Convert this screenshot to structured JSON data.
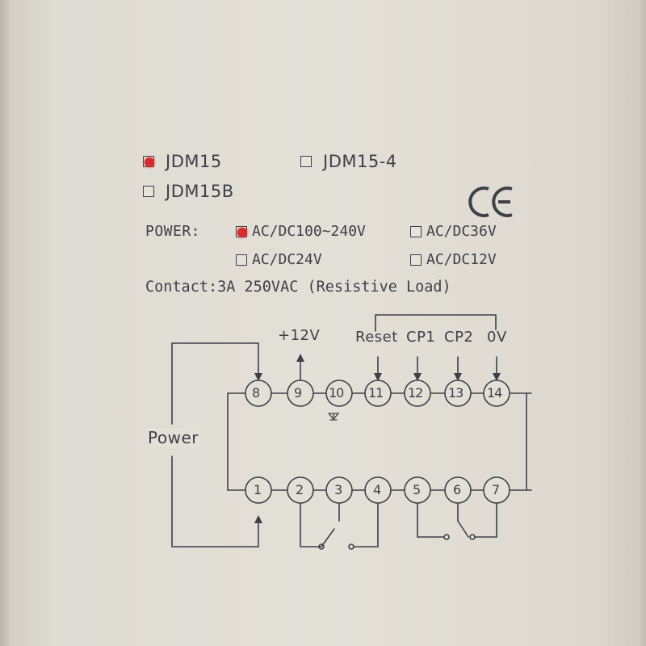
{
  "models": [
    {
      "label": "JDM15",
      "checked": true
    },
    {
      "label": "JDM15-4",
      "checked": false
    },
    {
      "label": "JDM15B",
      "checked": false
    }
  ],
  "power": {
    "label": "POWER:",
    "options": [
      {
        "label": "AC/DC100~240V",
        "checked": true
      },
      {
        "label": "AC/DC36V",
        "checked": false
      },
      {
        "label": "AC/DC24V",
        "checked": false
      },
      {
        "label": "AC/DC12V",
        "checked": false
      }
    ]
  },
  "certification_mark": "CE",
  "contact": "Contact:3A 250VAC (Resistive Load)",
  "diagram": {
    "top_labels": [
      "+12V",
      "Reset",
      "CP1",
      "CP2",
      "0V"
    ],
    "side_label": "Power",
    "top_terminals": [
      "8",
      "9",
      "10",
      "11",
      "12",
      "13",
      "14"
    ],
    "bottom_terminals": [
      "1",
      "2",
      "3",
      "4",
      "5",
      "6",
      "7"
    ]
  },
  "colors": {
    "panel": "#e3e0d8",
    "ink": "#3e3f47",
    "selected_mark": "#d62b2f"
  }
}
